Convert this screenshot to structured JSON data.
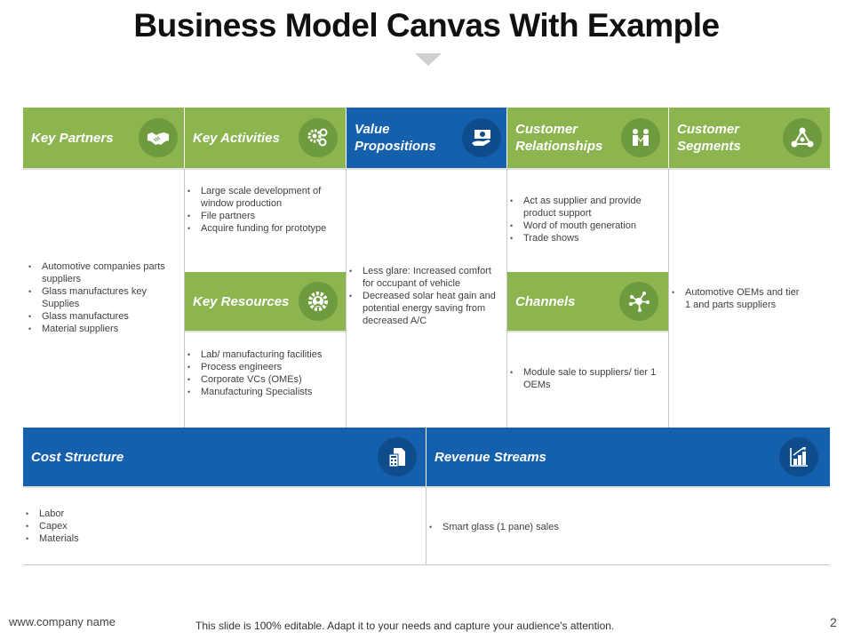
{
  "title": "Business Model Canvas With Example",
  "colors": {
    "green": "#8cb550",
    "blue": "#1560ad"
  },
  "blocks": {
    "key_partners": {
      "label": "Key Partners",
      "icon": "handshake-icon",
      "items": [
        "Automotive companies parts suppliers",
        "Glass manufactures key Supplies",
        "Glass manufactures",
        "Material suppliers"
      ]
    },
    "key_activities": {
      "label": "Key Activities",
      "icon": "gears-icon",
      "items": [
        "Large scale development of window production",
        "File partners",
        "Acquire funding for prototype"
      ]
    },
    "value_propositions": {
      "label_line1": "Value",
      "label_line2": "Propositions",
      "icon": "money-hand-icon",
      "items": [
        "Less glare: Increased comfort for occupant of vehicle",
        "Decreased solar heat gain and potential energy saving from decreased A/C"
      ]
    },
    "customer_relationships": {
      "label_line1": "Customer",
      "label_line2": "Relationships",
      "icon": "people-icon",
      "items": [
        "Act  as supplier and provide product support",
        "Word of mouth generation",
        "Trade shows"
      ]
    },
    "customer_segments": {
      "label_line1": "Customer",
      "label_line2": "Segments",
      "icon": "network-triangle-icon",
      "items": [
        "Automotive OEMs  and tier 1 and parts suppliers"
      ]
    },
    "key_resources": {
      "label": "Key Resources",
      "icon": "gear-person-icon",
      "items": [
        "Lab/ manufacturing facilities",
        "Process engineers",
        "Corporate VCs (OMEs)",
        "Manufacturing Specialists"
      ]
    },
    "channels": {
      "label": "Channels",
      "icon": "hub-icon",
      "items": [
        "Module sale to suppliers/ tier 1 OEMs"
      ]
    },
    "cost_structure": {
      "label": "Cost Structure",
      "icon": "calculator-document-icon",
      "items": [
        "Labor",
        "Capex",
        "Materials"
      ]
    },
    "revenue_streams": {
      "label": "Revenue Streams",
      "icon": "growth-chart-icon",
      "items": [
        "Smart glass (1 pane) sales"
      ]
    }
  },
  "footer": {
    "website": "www.company name",
    "note": "This slide is 100% editable. Adapt it to your needs and capture your audience's attention.",
    "page_number": "2"
  }
}
